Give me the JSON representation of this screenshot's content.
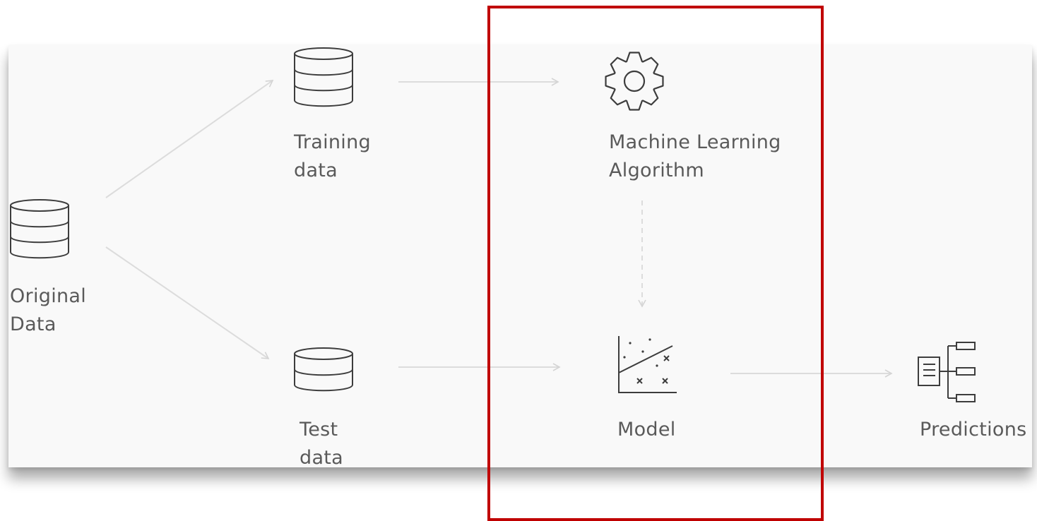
{
  "diagram": {
    "nodes": {
      "original_data": {
        "label": "Original\nData",
        "icon": "database-icon"
      },
      "training_data": {
        "label": "Training\ndata",
        "icon": "database-icon"
      },
      "test_data": {
        "label": "Test\ndata",
        "icon": "database-icon"
      },
      "ml_algorithm": {
        "label": "Machine Learning\nAlgorithm",
        "icon": "gear-icon"
      },
      "model": {
        "label": "Model",
        "icon": "scatter-plot-icon"
      },
      "predictions": {
        "label": "Predictions",
        "icon": "decision-tree-icon"
      }
    },
    "edges": [
      {
        "from": "original_data",
        "to": "training_data",
        "style": "solid"
      },
      {
        "from": "original_data",
        "to": "test_data",
        "style": "solid"
      },
      {
        "from": "training_data",
        "to": "ml_algorithm",
        "style": "solid"
      },
      {
        "from": "ml_algorithm",
        "to": "model",
        "style": "dashed"
      },
      {
        "from": "test_data",
        "to": "model",
        "style": "solid"
      },
      {
        "from": "model",
        "to": "predictions",
        "style": "solid"
      }
    ],
    "highlight": {
      "color": "#c00000",
      "target": "ml_algorithm + model"
    },
    "colors": {
      "icon": "#3d3d3d",
      "arrow": "#d9d9d9",
      "text": "#5a5a5a"
    }
  }
}
